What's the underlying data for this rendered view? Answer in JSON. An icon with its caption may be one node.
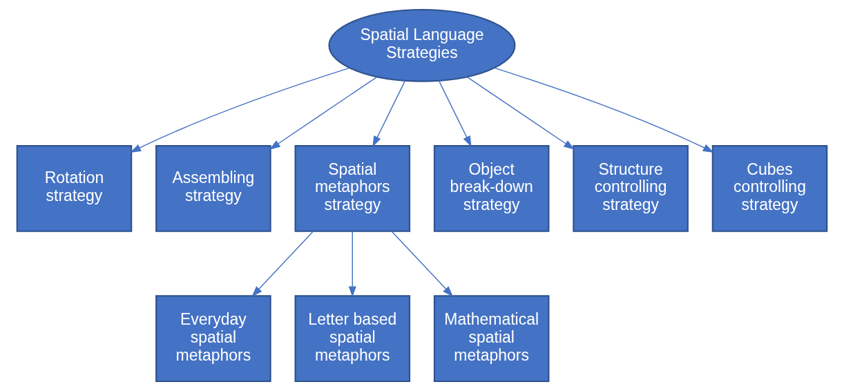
{
  "diagram": {
    "nodes": [
      {
        "text": [
          "Spatial Language Strategies"
        ]
      },
      {
        "text": [
          "Rotation strategy"
        ]
      },
      {
        "text": [
          "Assembling strategy"
        ]
      },
      {
        "text": [
          "Spatial metaphors strategy"
        ]
      },
      {
        "text": [
          "Object break-down strategy"
        ]
      },
      {
        "text": [
          "Structure controlling strategy"
        ]
      },
      {
        "text": [
          "Cubes controlling strategy"
        ]
      },
      {
        "text": [
          "Everyday spatial metaphors"
        ]
      },
      {
        "text": [
          "Letter based spatial metaphors"
        ]
      },
      {
        "text": [
          "Mathematical spatial metaphors"
        ]
      }
    ],
    "edges": [
      {
        "from": 0,
        "to": 1,
        "arrow": "to"
      },
      {
        "from": 0,
        "to": 2,
        "arrow": "to"
      },
      {
        "from": 0,
        "to": 3,
        "arrow": "to"
      },
      {
        "from": 0,
        "to": 4,
        "arrow": "to"
      },
      {
        "from": 0,
        "to": 5,
        "arrow": "to"
      },
      {
        "from": 0,
        "to": 6,
        "arrow": "to"
      },
      {
        "from": 3,
        "to": 7,
        "arrow": "to"
      },
      {
        "from": 3,
        "to": 8,
        "arrow": "to"
      },
      {
        "from": 3,
        "to": 9,
        "arrow": "to"
      }
    ]
  }
}
